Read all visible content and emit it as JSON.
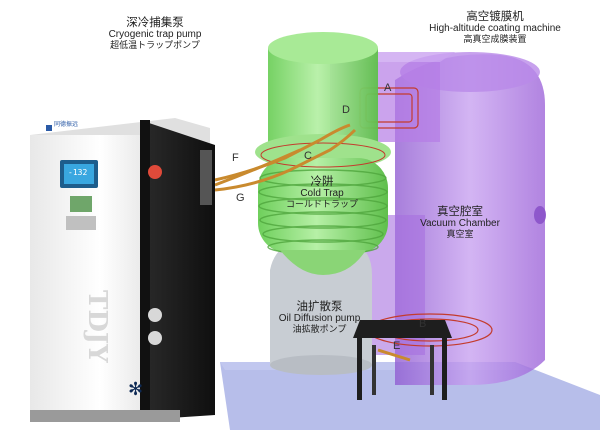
{
  "labels": {
    "pump": {
      "cn": "深冷捕集泵",
      "en": "Cryogenic trap pump",
      "jp": "超低温トラップポンプ"
    },
    "machine": {
      "cn": "高空镀膜机",
      "en": "High-altitude coating machine",
      "jp": "高真空成膜装置"
    },
    "cold_trap": {
      "cn": "冷阱",
      "en": "Cold Trap",
      "jp": "コールドトラップ"
    },
    "chamber": {
      "cn": "真空腔室",
      "en": "Vacuum Chamber",
      "jp": "真空室"
    },
    "oil_pump": {
      "cn": "油扩散泵",
      "en": "Oil Diffusion pump",
      "jp": "油拡散ポンプ"
    }
  },
  "points": {
    "a": "A",
    "b": "B",
    "c": "C",
    "d": "D",
    "e": "E",
    "f": "F",
    "g": "G"
  },
  "device": {
    "brand_mark": "TDJY",
    "logo_text": "同德振远",
    "display_value": "-132"
  },
  "colors": {
    "chamber": "#a36de0",
    "cold_trap": "#8fe07a",
    "pipe": "#c98a2e",
    "base": "#9aa3d8",
    "cabinet_dark": "#1b1b1b",
    "cabinet_light": "#f2f2f2"
  }
}
